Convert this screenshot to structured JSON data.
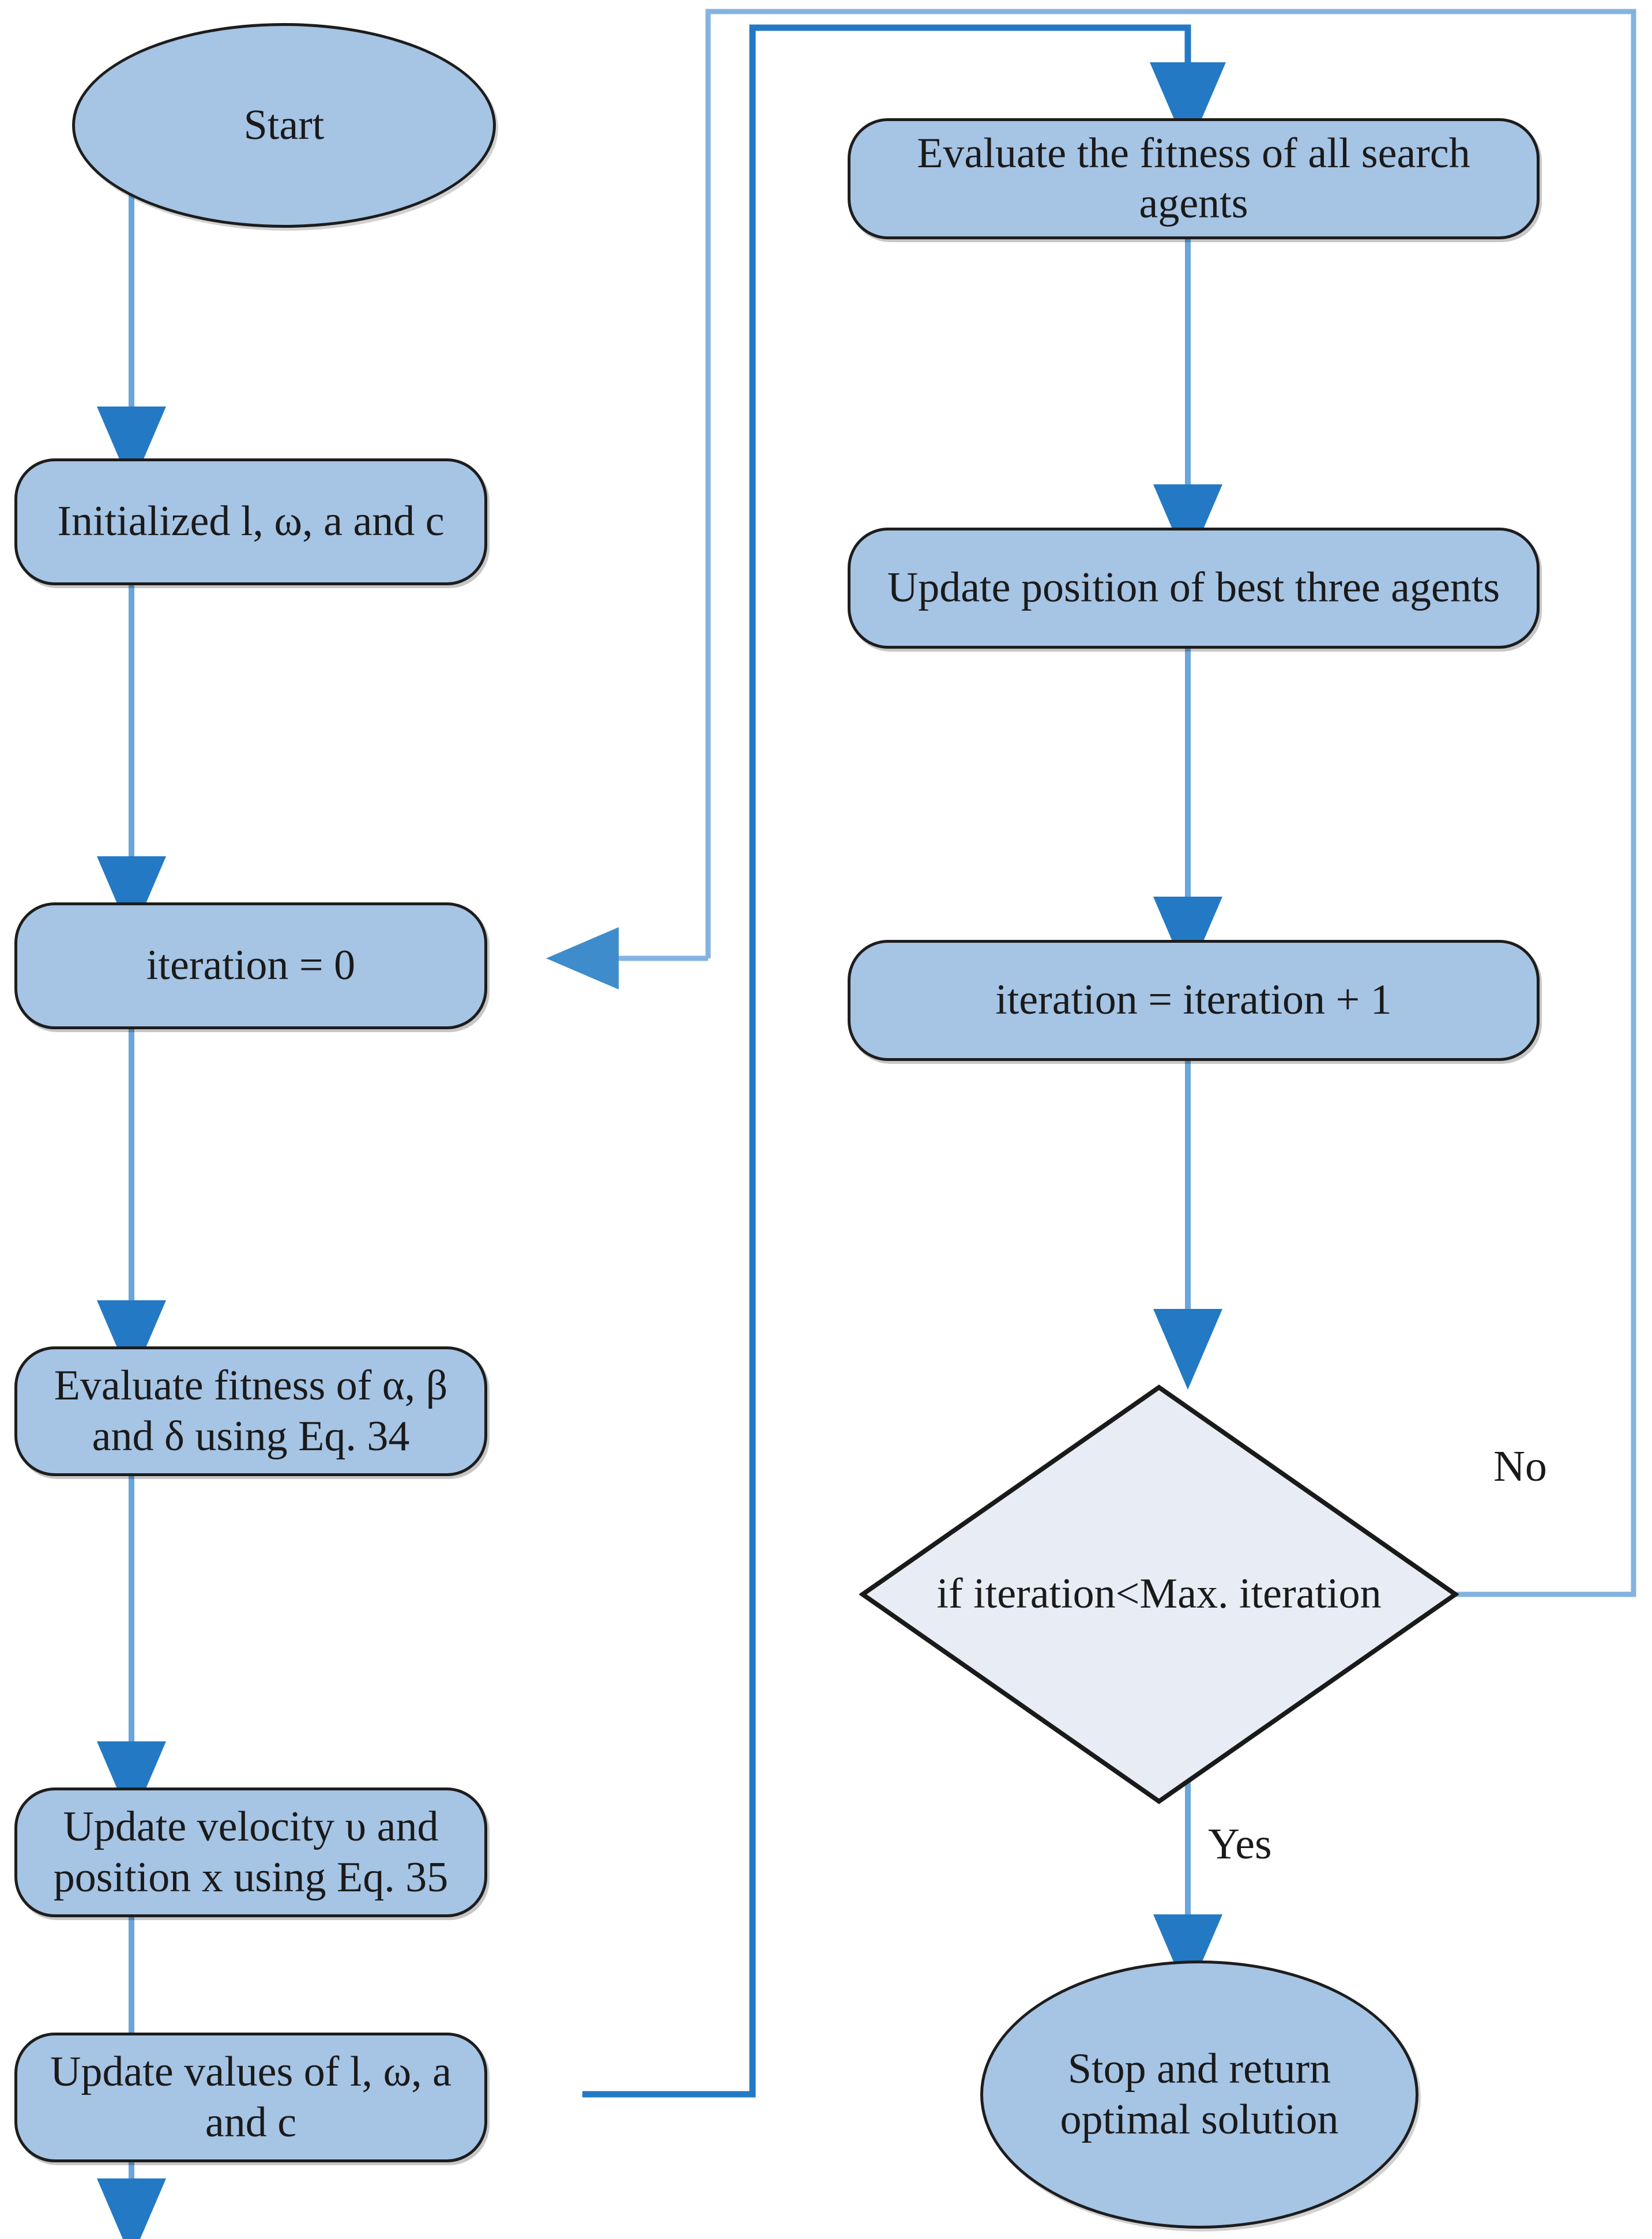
{
  "diagram": {
    "type": "flowchart",
    "title": "Hybrid PSO-GWO optimization flowchart",
    "colors": {
      "node_fill": "#a6c4e4",
      "node_border": "#1d1d1d",
      "decision_fill": "#e7ecf5",
      "decision_border": "#1a1a1a",
      "connector": "#4a87c7",
      "connector_light": "#84b3e0",
      "text": "#1a1a1a",
      "background": "#ffffff"
    },
    "nodes": {
      "start": {
        "label": "Start",
        "shape": "ellipse"
      },
      "initialize": {
        "label": "Initialized l, ω, a and c",
        "shape": "rounded-rect"
      },
      "iteration_zero": {
        "label": "iteration = 0",
        "shape": "rounded-rect"
      },
      "evaluate_fitness_abd": {
        "label": "Evaluate fitness of α, β and δ using Eq. 34",
        "shape": "rounded-rect"
      },
      "update_velocity": {
        "label": "Update velocity υ and position x using Eq. 35",
        "shape": "rounded-rect"
      },
      "update_values": {
        "label": "Update values of l, ω, a and c",
        "shape": "rounded-rect"
      },
      "evaluate_all_agents": {
        "label": "Evaluate the fitness of all search agents",
        "shape": "rounded-rect"
      },
      "update_best_three": {
        "label": "Update position of best three agents",
        "shape": "rounded-rect"
      },
      "iteration_increment": {
        "label": "iteration = iteration + 1",
        "shape": "rounded-rect"
      },
      "decision": {
        "label": "if iteration<Max. iteration",
        "shape": "diamond"
      },
      "stop": {
        "label": "Stop and return optimal solution",
        "shape": "ellipse"
      }
    },
    "edge_labels": {
      "no": "No",
      "yes": "Yes"
    },
    "edges": [
      {
        "from": "start",
        "to": "initialize"
      },
      {
        "from": "initialize",
        "to": "iteration_zero"
      },
      {
        "from": "iteration_zero",
        "to": "evaluate_fitness_abd"
      },
      {
        "from": "evaluate_fitness_abd",
        "to": "update_velocity"
      },
      {
        "from": "update_velocity",
        "to": "update_values"
      },
      {
        "from": "update_values",
        "to": "evaluate_all_agents"
      },
      {
        "from": "evaluate_all_agents",
        "to": "update_best_three"
      },
      {
        "from": "update_best_three",
        "to": "iteration_increment"
      },
      {
        "from": "iteration_increment",
        "to": "decision"
      },
      {
        "from": "decision",
        "to": "evaluate_all_agents",
        "label": "No"
      },
      {
        "from": "decision",
        "to": "stop",
        "label": "Yes"
      }
    ]
  }
}
